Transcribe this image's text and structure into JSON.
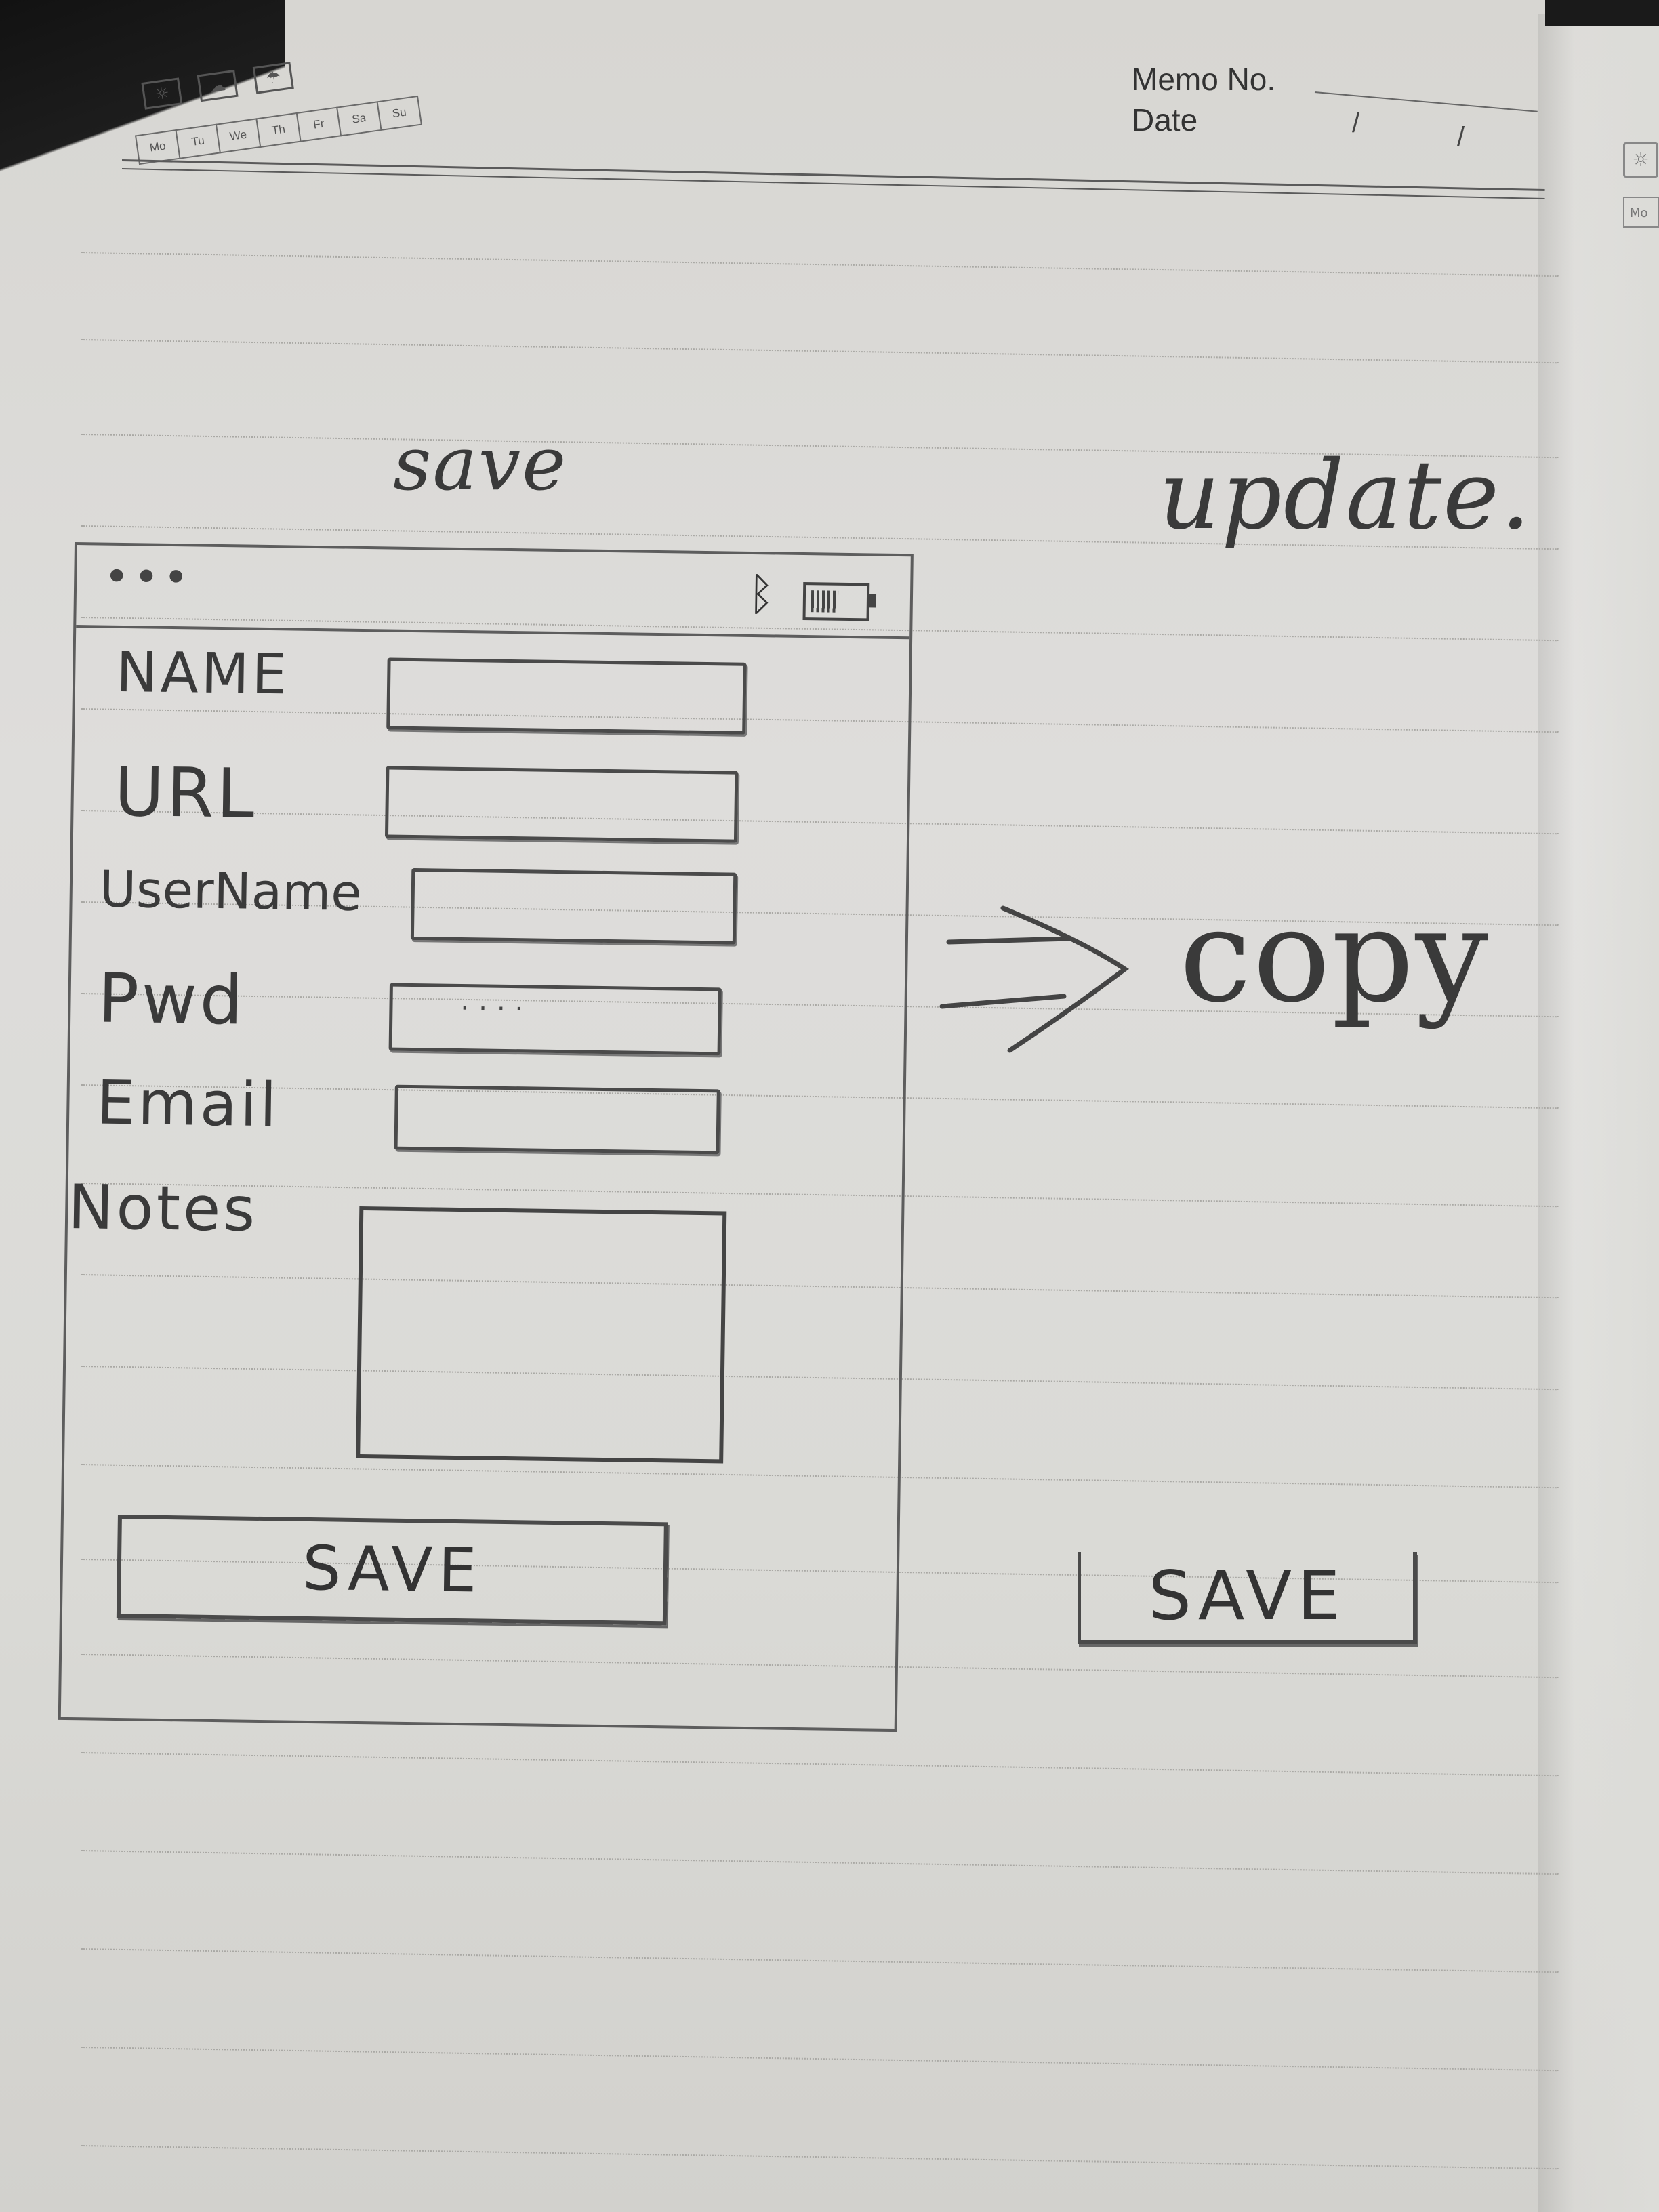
{
  "header": {
    "memo_label": "Memo No.",
    "date_label": "Date",
    "date_separator": "/",
    "weekdays": [
      "Mo",
      "Tu",
      "We",
      "Th",
      "Fr",
      "Sa",
      "Su"
    ],
    "side_day": "Mo",
    "weather_icons": [
      "sun-icon",
      "cloud-icon",
      "rain-icon"
    ]
  },
  "annotations": {
    "save_heading": "save",
    "update_heading": "update.",
    "copy_label": "copy"
  },
  "form": {
    "fields": [
      {
        "label": "NAME",
        "value": ""
      },
      {
        "label": "URL",
        "value": ""
      },
      {
        "label": "UserName",
        "value": ""
      },
      {
        "label": "Pwd",
        "value": "····"
      },
      {
        "label": "Email",
        "value": ""
      }
    ],
    "notes_label": "Notes",
    "save_button": "SAVE",
    "status_icons": [
      "signal-dots-icon",
      "bluetooth-icon",
      "battery-icon"
    ]
  },
  "update_form": {
    "save_button": "SAVE"
  }
}
